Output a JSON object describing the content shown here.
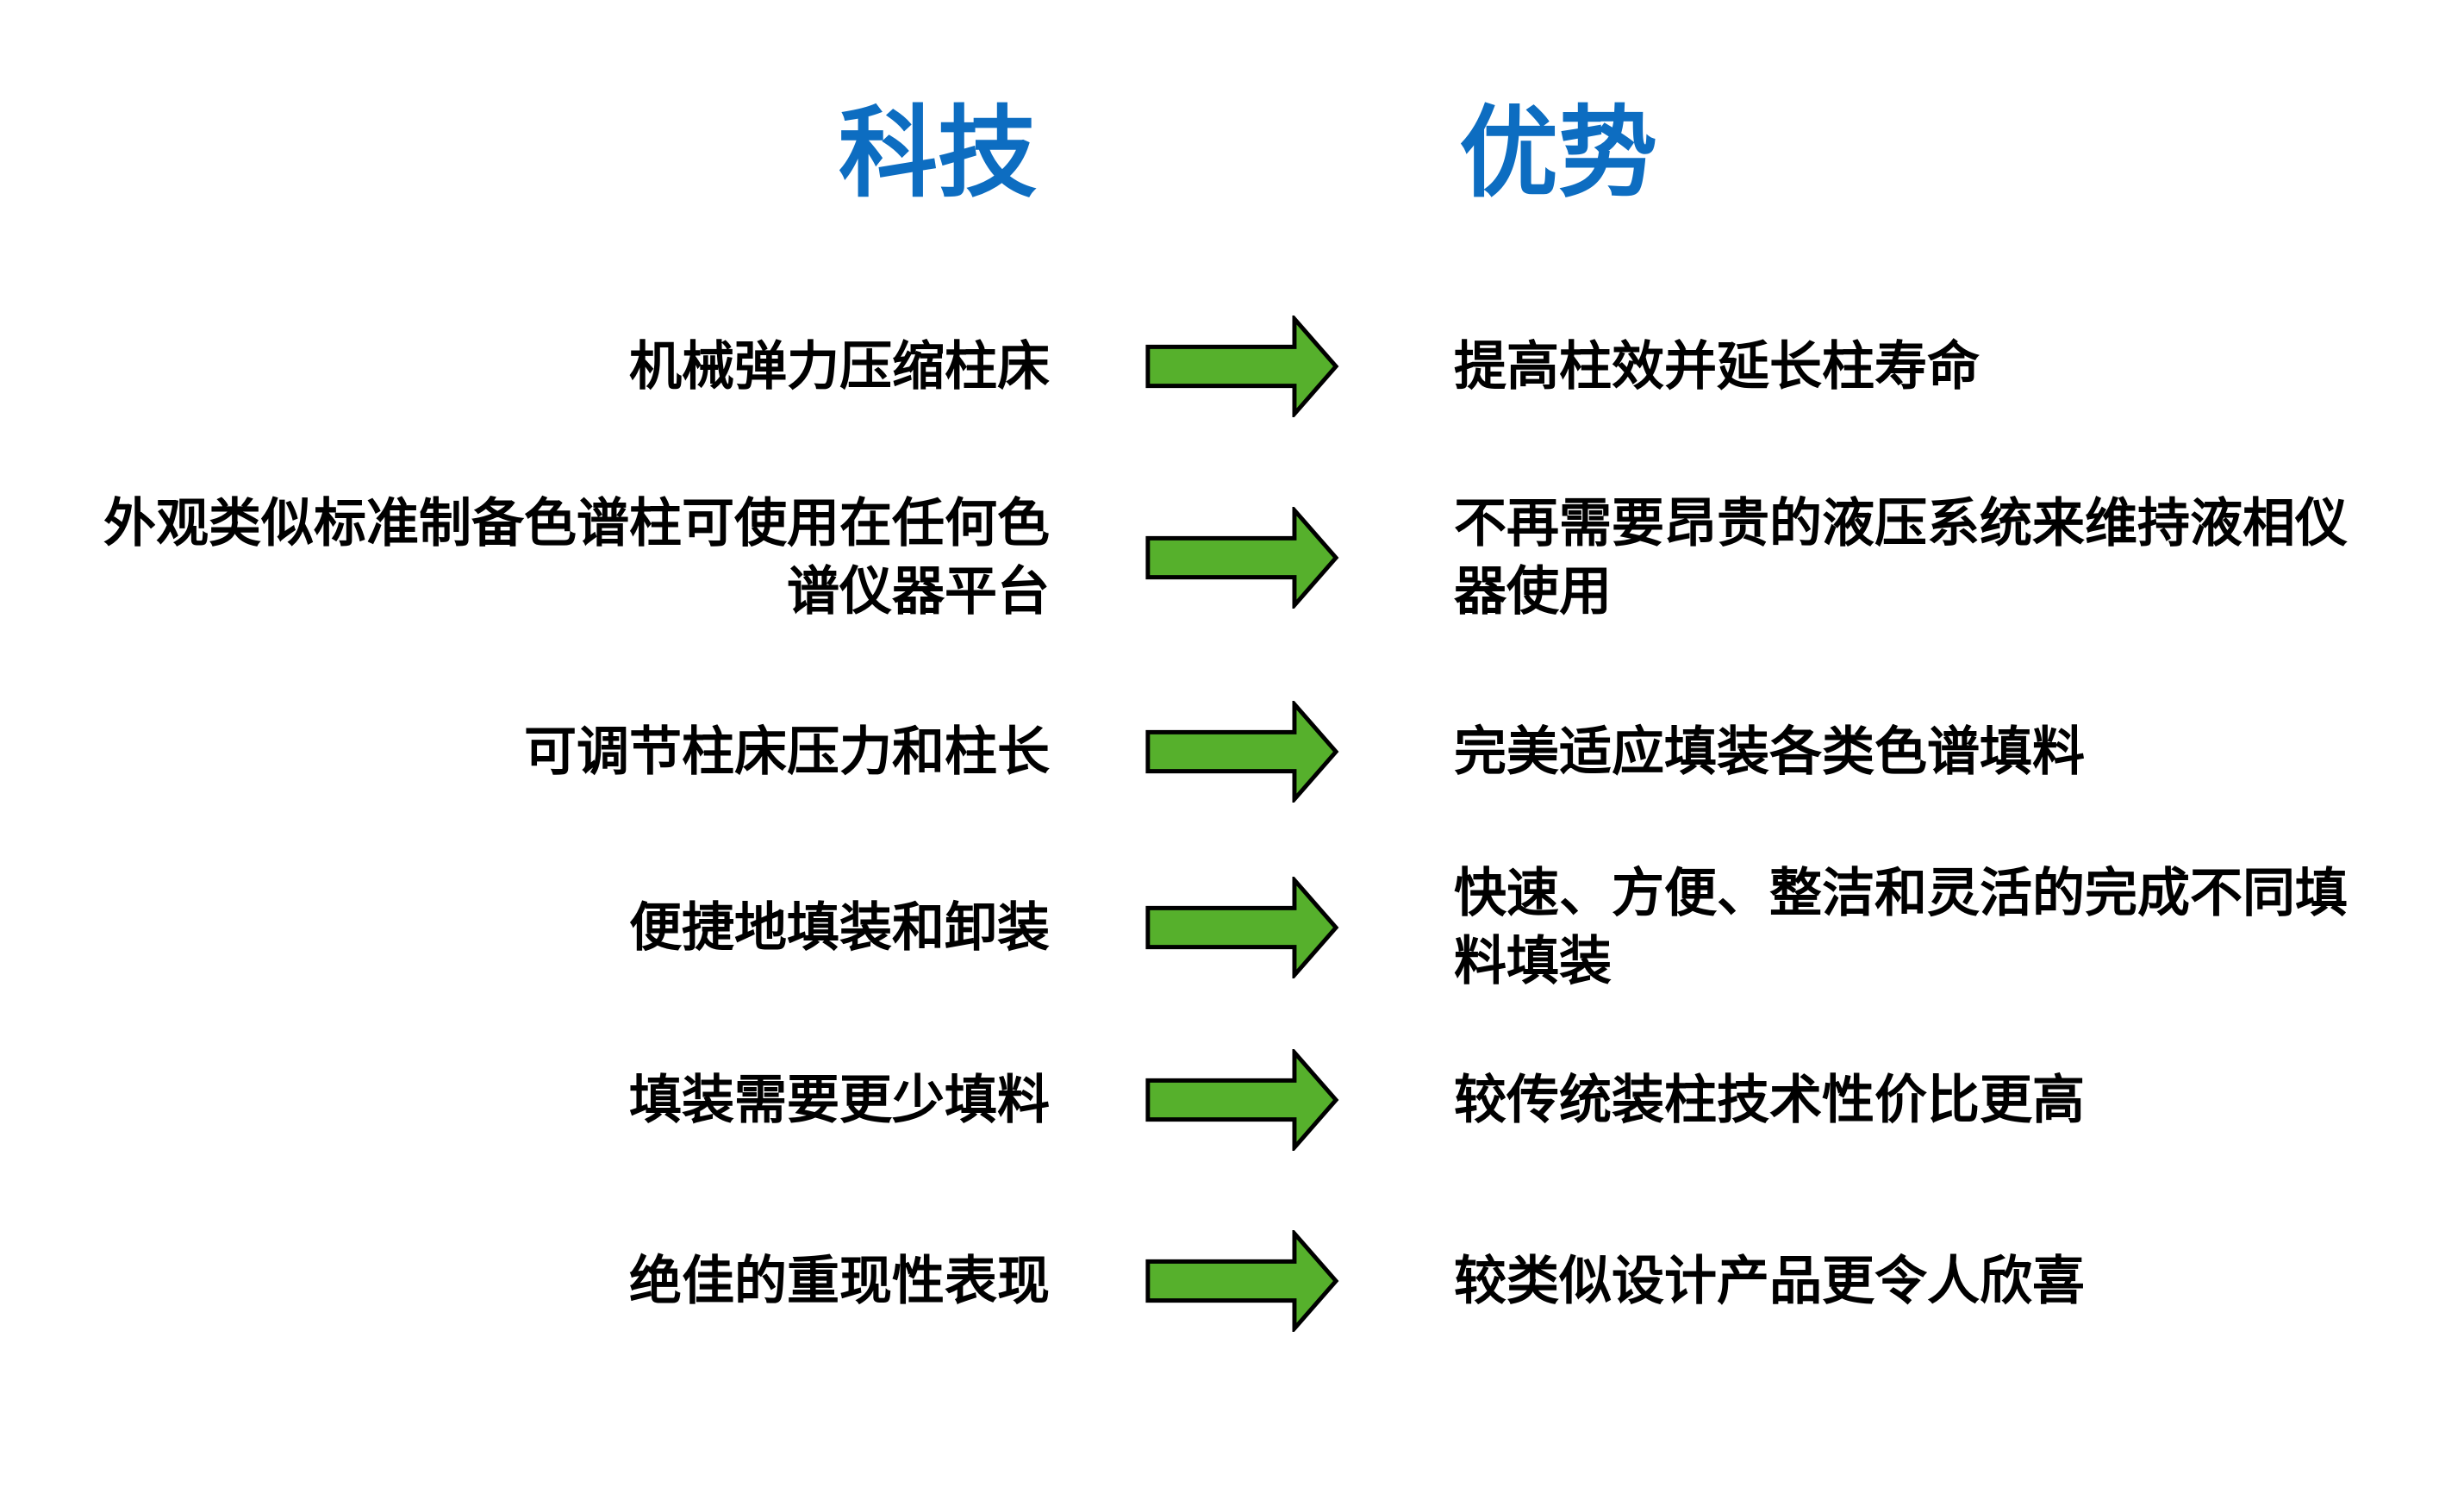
{
  "header": {
    "tech_column": "科技",
    "benefit_column": "优势"
  },
  "colors": {
    "header_blue": "#0d6dc1",
    "arrow_green": "#56b02c",
    "arrow_outline": "#000000",
    "text_black": "#000000",
    "background": "#ffffff"
  },
  "icons": {
    "arrow": "right-block-arrow-icon"
  },
  "rows": [
    {
      "tech": "机械弹力压缩柱床",
      "benefit": "提高柱效并延长柱寿命"
    },
    {
      "tech": "外观类似标准制备色谱柱可使用在任何色谱仪器平台",
      "benefit": "不再需要昂贵的液压系统来维持液相仪器使用"
    },
    {
      "tech": "可调节柱床压力和柱长",
      "benefit": "完美适应填装各类色谱填料"
    },
    {
      "tech": "便捷地填装和卸装",
      "benefit": "快速、方便、整洁和灵活的完成不同填料填装"
    },
    {
      "tech": "填装需要更少填料",
      "benefit": "较传统装柱技术性价比更高"
    },
    {
      "tech": "绝佳的重现性表现",
      "benefit": "较类似设计产品更令人欣喜"
    }
  ]
}
